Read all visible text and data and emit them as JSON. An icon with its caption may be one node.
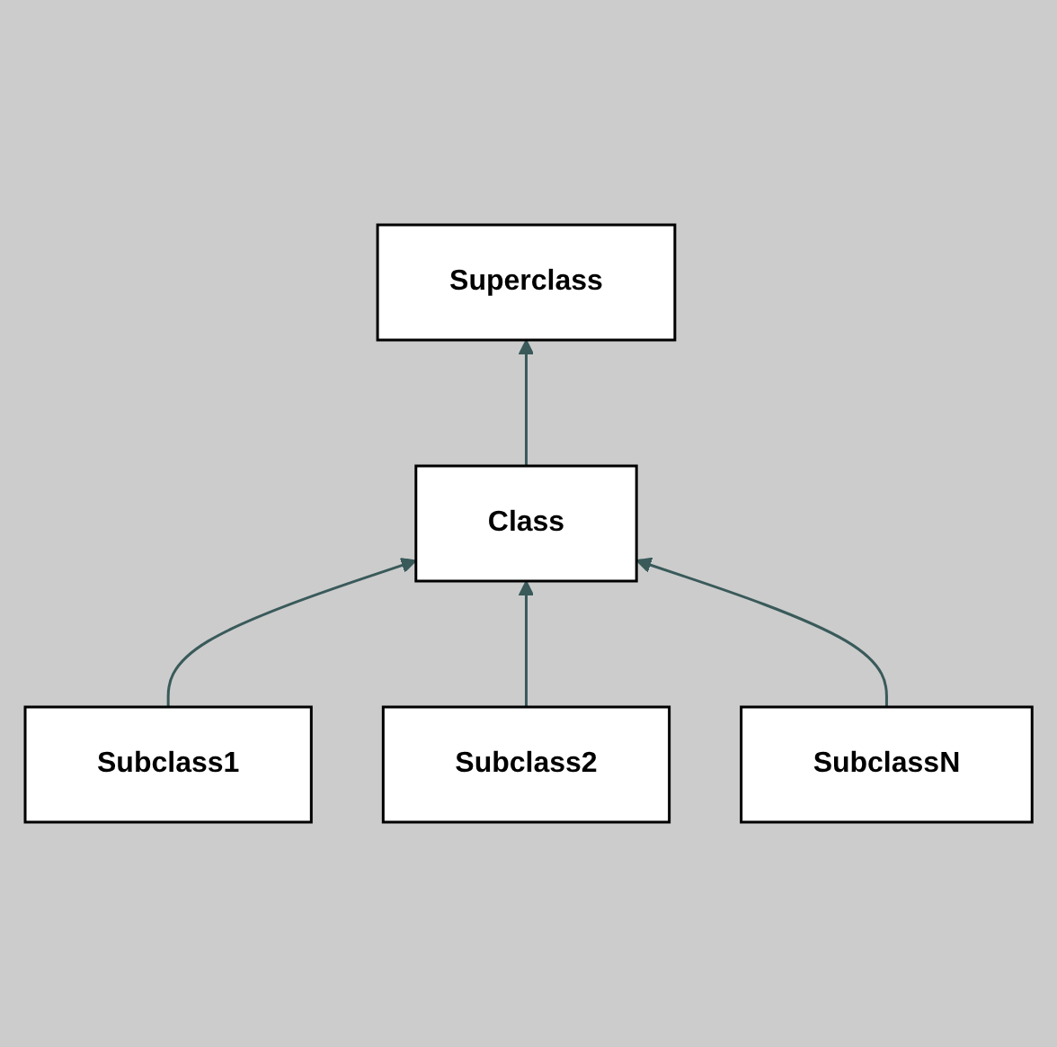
{
  "diagram": {
    "nodes": [
      {
        "text": [
          "Superclass"
        ]
      },
      {
        "text": [
          "Class"
        ]
      },
      {
        "text": [
          "Subclass1"
        ]
      },
      {
        "text": [
          "Subclass2"
        ]
      },
      {
        "text": [
          "SubclassN"
        ]
      }
    ],
    "edges": [
      {
        "from": 1,
        "to": 0,
        "arrow": "to"
      },
      {
        "from": 2,
        "to": 1,
        "arrow": "to"
      },
      {
        "from": 3,
        "to": 1,
        "arrow": "to"
      },
      {
        "from": 4,
        "to": 1,
        "arrow": "to"
      }
    ]
  }
}
